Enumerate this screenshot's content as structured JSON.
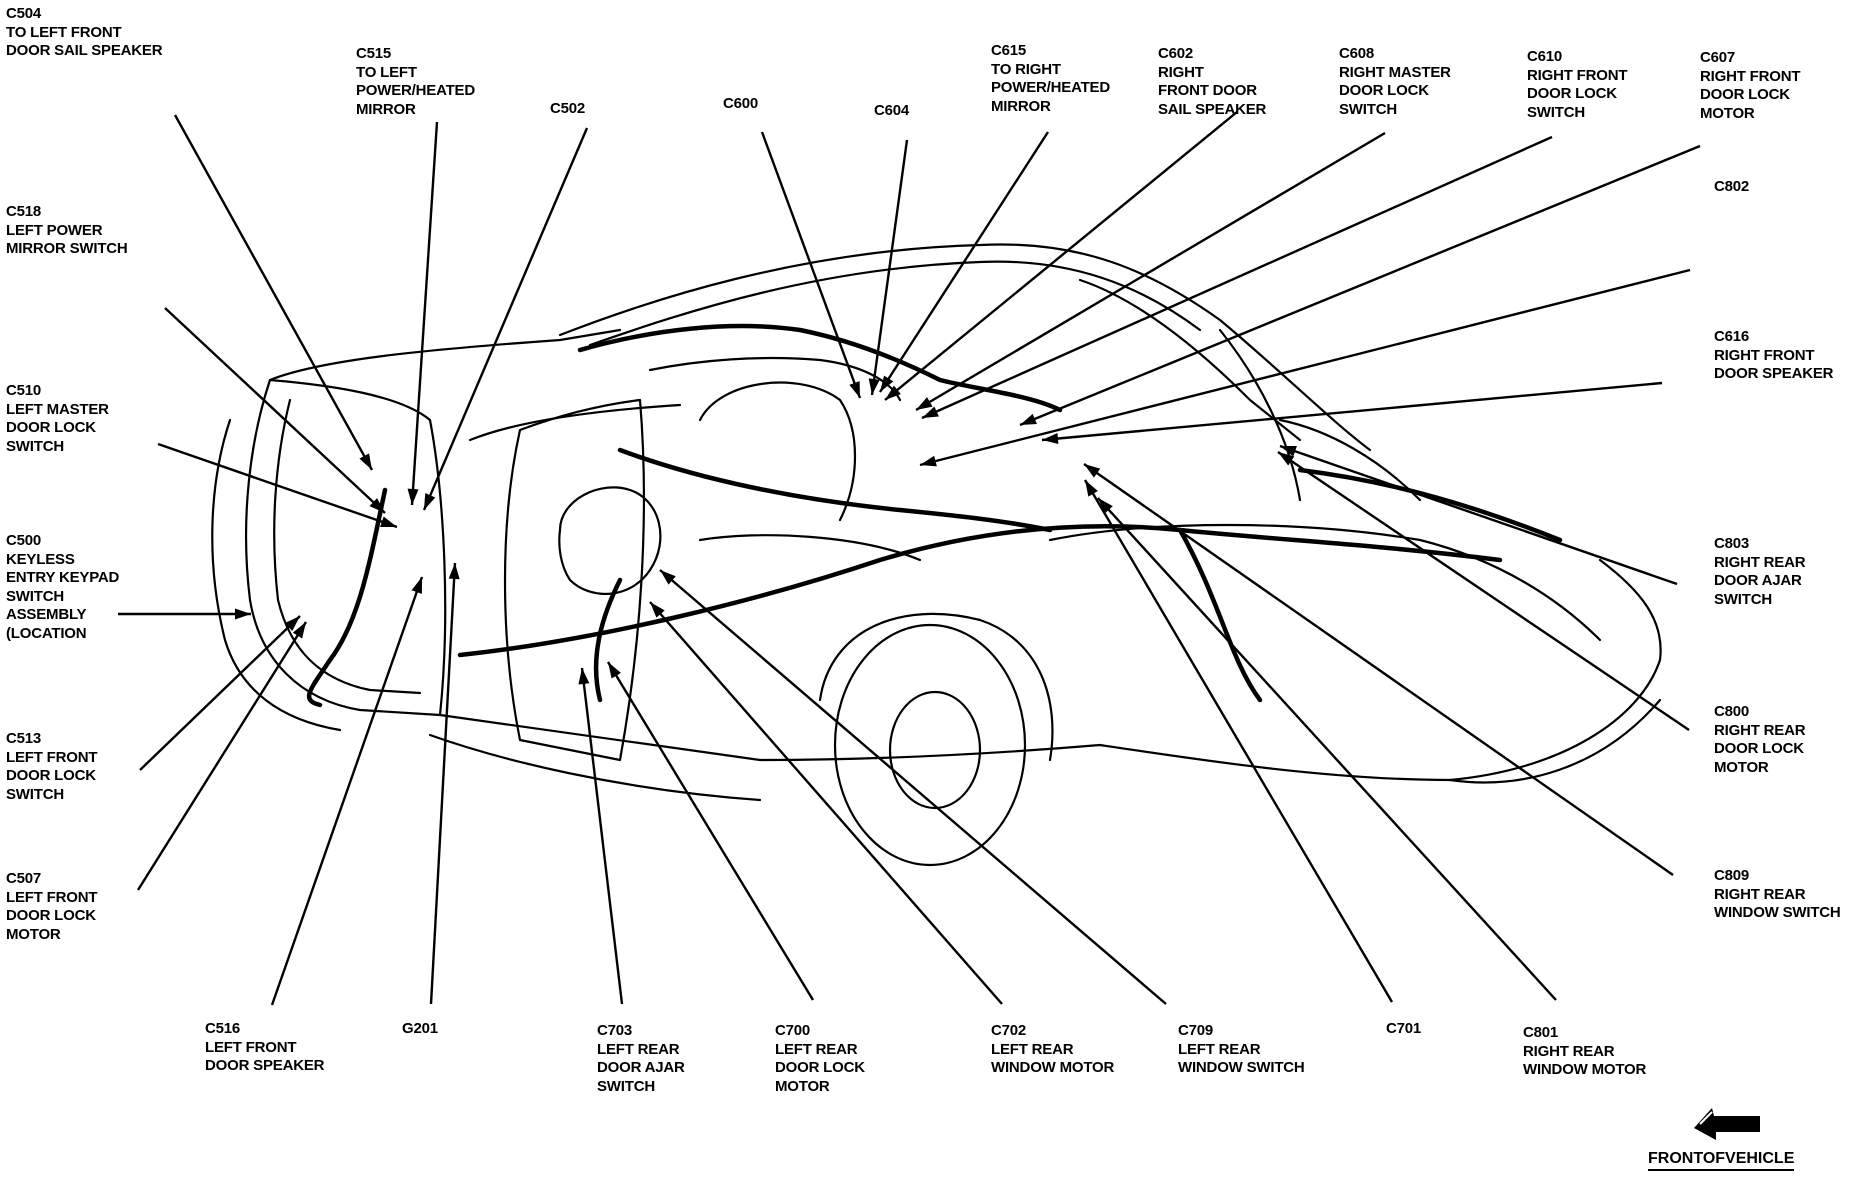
{
  "diagram": {
    "labels": [
      {
        "id": "c504",
        "code": "C504",
        "lines": [
          "TO LEFT FRONT",
          "DOOR SAIL SPEAKER"
        ]
      },
      {
        "id": "c515",
        "code": "C515",
        "lines": [
          "TO LEFT",
          "POWER/HEATED",
          "MIRROR"
        ]
      },
      {
        "id": "c502",
        "code": "C502",
        "lines": []
      },
      {
        "id": "c600",
        "code": "C600",
        "lines": []
      },
      {
        "id": "c604",
        "code": "C604",
        "lines": []
      },
      {
        "id": "c615",
        "code": "C615",
        "lines": [
          "TO RIGHT",
          "POWER/HEATED",
          "MIRROR"
        ]
      },
      {
        "id": "c602",
        "code": "C602",
        "lines": [
          "RIGHT",
          "FRONT DOOR",
          "SAIL SPEAKER"
        ]
      },
      {
        "id": "c608",
        "code": "C608",
        "lines": [
          "RIGHT MASTER",
          "DOOR LOCK",
          "SWITCH"
        ]
      },
      {
        "id": "c610",
        "code": "C610",
        "lines": [
          "RIGHT FRONT",
          "DOOR LOCK",
          "SWITCH"
        ]
      },
      {
        "id": "c607",
        "code": "C607",
        "lines": [
          "RIGHT FRONT",
          "DOOR LOCK",
          "MOTOR"
        ]
      },
      {
        "id": "c802",
        "code": "C802",
        "lines": []
      },
      {
        "id": "c518",
        "code": "C518",
        "lines": [
          "LEFT POWER",
          "MIRROR SWITCH"
        ]
      },
      {
        "id": "c616",
        "code": "C616",
        "lines": [
          "RIGHT FRONT",
          "DOOR SPEAKER"
        ]
      },
      {
        "id": "c510",
        "code": "C510",
        "lines": [
          "LEFT MASTER",
          "DOOR LOCK",
          "SWITCH"
        ]
      },
      {
        "id": "c500",
        "code": "C500",
        "lines": [
          "KEYLESS",
          "ENTRY KEYPAD",
          "SWITCH",
          "ASSEMBLY",
          "(LOCATION"
        ]
      },
      {
        "id": "c803",
        "code": "C803",
        "lines": [
          "RIGHT REAR",
          "DOOR AJAR",
          "SWITCH"
        ]
      },
      {
        "id": "c513",
        "code": "C513",
        "lines": [
          "LEFT FRONT",
          "DOOR LOCK",
          "SWITCH"
        ]
      },
      {
        "id": "c800",
        "code": "C800",
        "lines": [
          "RIGHT REAR",
          "DOOR LOCK",
          "MOTOR"
        ]
      },
      {
        "id": "c507",
        "code": "C507",
        "lines": [
          "LEFT FRONT",
          "DOOR LOCK",
          "MOTOR"
        ]
      },
      {
        "id": "c809",
        "code": "C809",
        "lines": [
          "RIGHT REAR",
          "WINDOW SWITCH"
        ]
      },
      {
        "id": "c516",
        "code": "C516",
        "lines": [
          "LEFT FRONT",
          "DOOR SPEAKER"
        ]
      },
      {
        "id": "g201",
        "code": "G201",
        "lines": []
      },
      {
        "id": "c703",
        "code": "C703",
        "lines": [
          "LEFT REAR",
          "DOOR AJAR",
          "SWITCH"
        ]
      },
      {
        "id": "c700",
        "code": "C700",
        "lines": [
          "LEFT REAR",
          "DOOR LOCK",
          "MOTOR"
        ]
      },
      {
        "id": "c702",
        "code": "C702",
        "lines": [
          "LEFT REAR",
          "WINDOW MOTOR"
        ]
      },
      {
        "id": "c709",
        "code": "C709",
        "lines": [
          "LEFT REAR",
          "WINDOW SWITCH"
        ]
      },
      {
        "id": "c701",
        "code": "C701",
        "lines": []
      },
      {
        "id": "c801",
        "code": "C801",
        "lines": [
          "RIGHT REAR",
          "WINDOW  MOTOR"
        ]
      }
    ],
    "front_of_vehicle": "FRONTOFVEHICLE",
    "front_arrow_icon": "front-direction-arrow-icon",
    "ink_color": "#000000",
    "background_color": "#ffffff"
  }
}
